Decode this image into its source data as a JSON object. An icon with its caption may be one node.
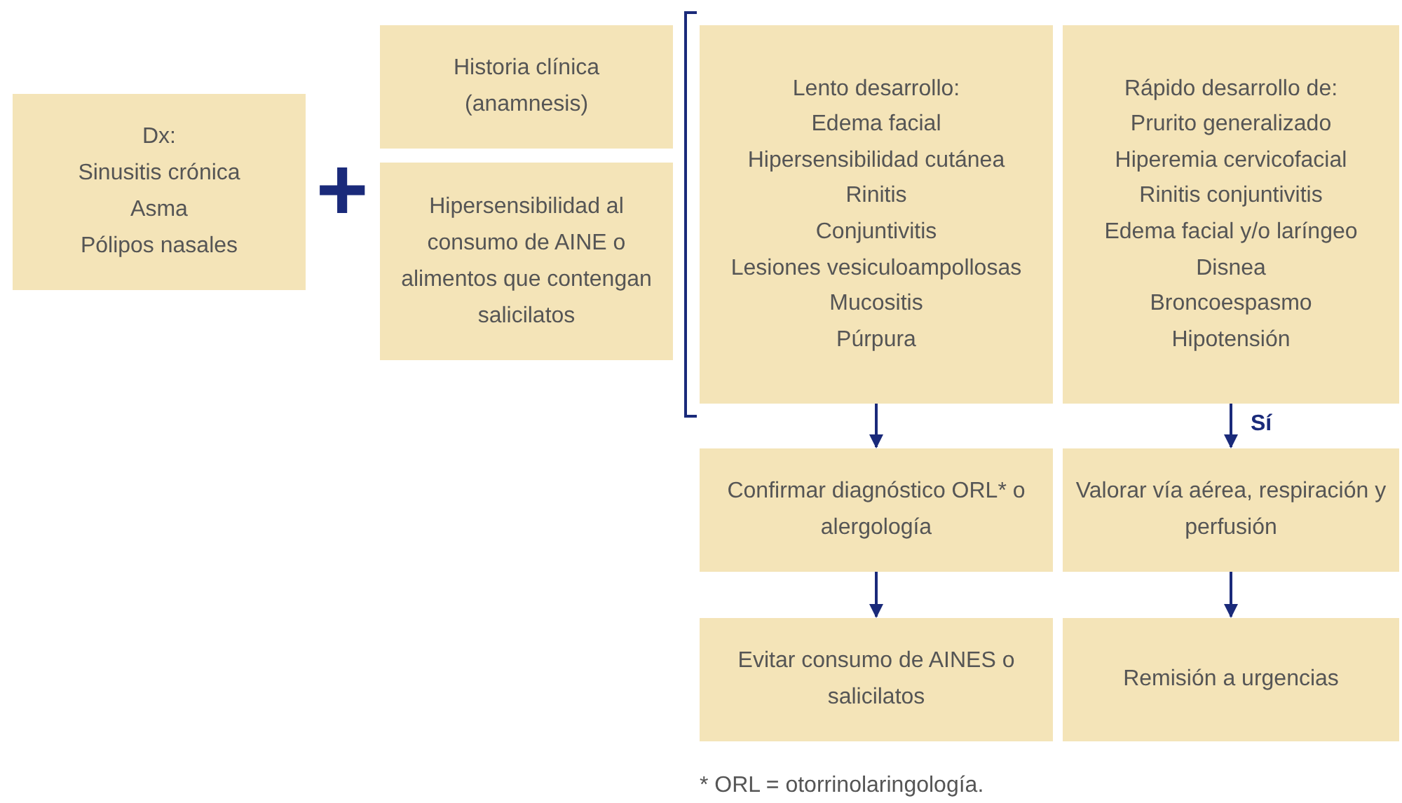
{
  "diagram": {
    "nodes": [
      {
        "text": [
          "Dx:",
          "Sinusitis crónica",
          "Asma",
          "Pólipos nasales"
        ]
      },
      {
        "text": [
          "Historia clínica (anamnesis)"
        ]
      },
      {
        "text": [
          "Hipersensibilidad al consumo de AINE o alimentos que contengan salicilatos"
        ]
      },
      {
        "text": [
          "Lento desarrollo:",
          "Edema facial",
          "Hipersensibilidad cutánea",
          "Rinitis",
          "Conjuntivitis",
          "Lesiones vesiculoampollosas",
          "Mucositis",
          "Púrpura"
        ]
      },
      {
        "text": [
          "Rápido desarrollo de:",
          "Prurito generalizado",
          "Hiperemia cervicofacial",
          "Rinitis conjuntivitis",
          "Edema facial y/o laríngeo",
          "Disnea",
          "Broncoespasmo",
          "Hipotensión"
        ]
      },
      {
        "text": [
          "Confirmar diagnóstico ORL* o alergología"
        ]
      },
      {
        "text": [
          "Valorar vía aérea, respiración y perfusión"
        ]
      },
      {
        "text": [
          "Evitar consumo de AINES o salicilatos"
        ]
      },
      {
        "text": [
          "Remisión a urgencias"
        ]
      }
    ],
    "edges": [
      {
        "from": 3,
        "to": 5,
        "arrow": "to"
      },
      {
        "from": 4,
        "to": 6,
        "arrow": "to",
        "label": "Sí"
      },
      {
        "from": 5,
        "to": 7,
        "arrow": "to"
      },
      {
        "from": 6,
        "to": 8,
        "arrow": "to"
      }
    ],
    "labels": [
      "+",
      "* ORL = otorrinolaringología."
    ]
  }
}
